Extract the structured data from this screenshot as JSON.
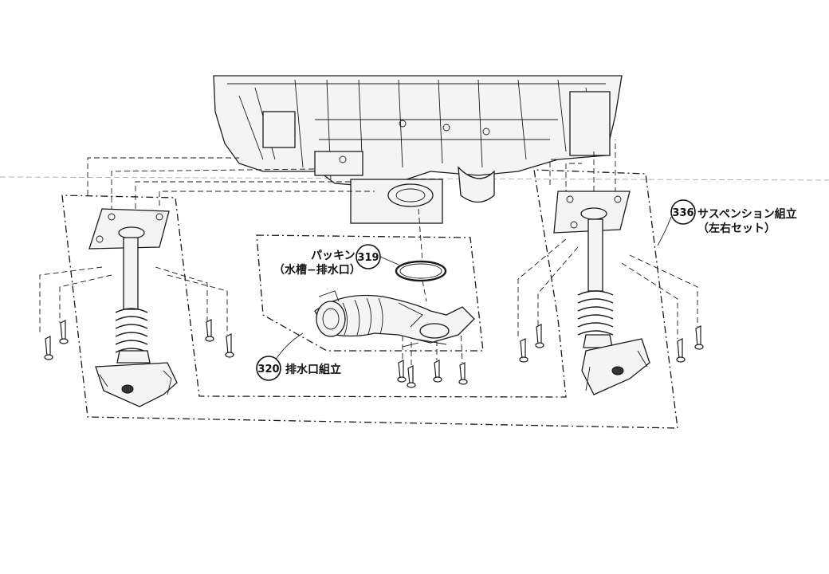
{
  "callouts": {
    "suspension": {
      "number": "336",
      "line1": "サスペンション組立",
      "line2": "（左右セット）"
    },
    "packing": {
      "number": "319",
      "line1": "パッキン",
      "line2": "（水槽−排水口）"
    },
    "drain": {
      "number": "320",
      "label": "排水口組立"
    }
  }
}
